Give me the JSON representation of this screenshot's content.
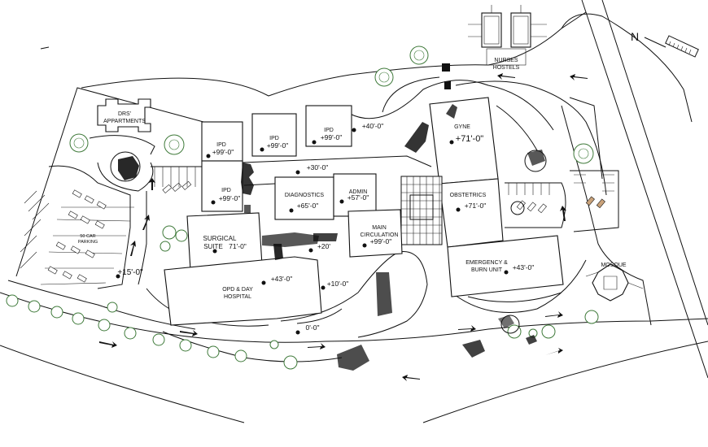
{
  "north_label": "N",
  "buildings": {
    "nurses_hostels": [
      "NURSES",
      "HOSTELS"
    ],
    "drs_apartments": [
      "DRS'",
      "APPARTMENTS"
    ],
    "ipd_1": "IPD",
    "ipd_2": "IPD",
    "ipd_3": "IPD",
    "ipd_4": "IPD",
    "gyne": "GYNE",
    "obstetrics": "OBSTETRICS",
    "diagnostics": "DIAGNOSTICS",
    "admin": "ADMIN",
    "main_circulation": [
      "MAIN",
      "CIRCULATION"
    ],
    "surgical_suite": [
      "SURGICAL",
      "SUITE"
    ],
    "opd": [
      "OPD & DAY",
      "HOSPITAL"
    ],
    "emergency": [
      "EMERGENCY &",
      "BURN UNIT"
    ],
    "mosque": "MOSQUE",
    "parking": [
      "50 CAR",
      "PARKING"
    ]
  },
  "levels": {
    "ipd_1": "+99'-0\"",
    "ipd_2": "+99'-0\"",
    "ipd_3": "+99'-0\"",
    "ipd_4": "+99'-0\"",
    "top_road": "+40'-0\"",
    "gyne": "+71'-0\"",
    "corridor": "+30'-0\"",
    "diagnostics": "+65'-0\"",
    "admin": "+57'-0\"",
    "obstetrics": "+71'-0\"",
    "surgical": "71'-0\"",
    "twenty": "+20'",
    "main_circulation": "+99'-0\"",
    "emergency": "+43'-0\"",
    "parking": "+15'-0\"",
    "opd": "+43'-0\"",
    "ten": "+10'-0\"",
    "entrance": "0'-0\""
  },
  "colors": {
    "line": "#111111",
    "tree": "#3f7a3a",
    "accent": "#c9a27a"
  }
}
